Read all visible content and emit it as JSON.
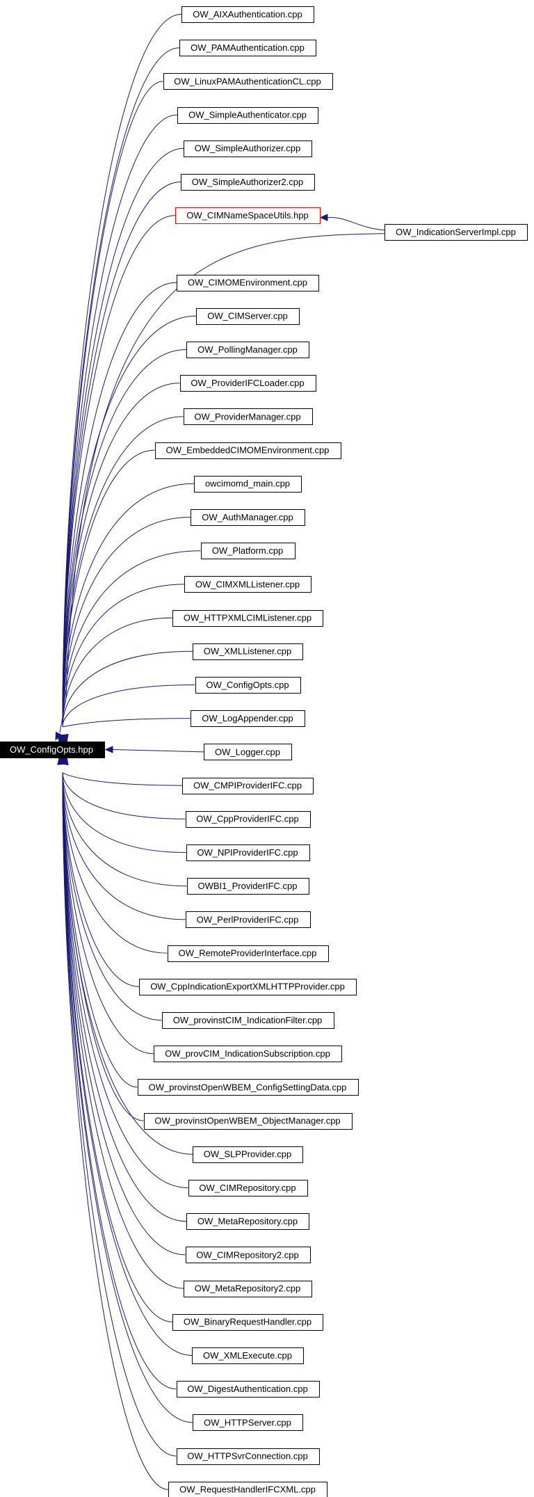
{
  "root": {
    "label": "OW_ConfigOpts.hpp"
  },
  "includers": [
    {
      "label": "OW_AIXAuthentication.cpp"
    },
    {
      "label": "OW_PAMAuthentication.cpp"
    },
    {
      "label": "OW_LinuxPAMAuthenticationCL.cpp"
    },
    {
      "label": "OW_SimpleAuthenticator.cpp"
    },
    {
      "label": "OW_SimpleAuthorizer.cpp"
    },
    {
      "label": "OW_SimpleAuthorizer2.cpp"
    },
    {
      "label": "OW_CIMNameSpaceUtils.hpp",
      "highlight": "red"
    },
    {
      "label": "OW_CIMOMEnvironment.cpp"
    },
    {
      "label": "OW_CIMServer.cpp"
    },
    {
      "label": "OW_PollingManager.cpp"
    },
    {
      "label": "OW_ProviderIFCLoader.cpp"
    },
    {
      "label": "OW_ProviderManager.cpp"
    },
    {
      "label": "OW_EmbeddedCIMOMEnvironment.cpp"
    },
    {
      "label": "owcimomd_main.cpp"
    },
    {
      "label": "OW_AuthManager.cpp"
    },
    {
      "label": "OW_Platform.cpp"
    },
    {
      "label": "OW_CIMXMLListener.cpp"
    },
    {
      "label": "OW_HTTPXMLCIMListener.cpp"
    },
    {
      "label": "OW_XMLListener.cpp"
    },
    {
      "label": "OW_ConfigOpts.cpp"
    },
    {
      "label": "OW_LogAppender.cpp"
    },
    {
      "label": "OW_Logger.cpp"
    },
    {
      "label": "OW_CMPIProviderIFC.cpp"
    },
    {
      "label": "OW_CppProviderIFC.cpp"
    },
    {
      "label": "OW_NPIProviderIFC.cpp"
    },
    {
      "label": "OWBI1_ProviderIFC.cpp"
    },
    {
      "label": "OW_PerlProviderIFC.cpp"
    },
    {
      "label": "OW_RemoteProviderInterface.cpp"
    },
    {
      "label": "OW_CppIndicationExportXMLHTTPProvider.cpp"
    },
    {
      "label": "OW_provinstCIM_IndicationFilter.cpp"
    },
    {
      "label": "OW_provCIM_IndicationSubscription.cpp"
    },
    {
      "label": "OW_provinstOpenWBEM_ConfigSettingData.cpp"
    },
    {
      "label": "OW_provinstOpenWBEM_ObjectManager.cpp"
    },
    {
      "label": "OW_SLPProvider.cpp"
    },
    {
      "label": "OW_CIMRepository.cpp"
    },
    {
      "label": "OW_MetaRepository.cpp"
    },
    {
      "label": "OW_CIMRepository2.cpp"
    },
    {
      "label": "OW_MetaRepository2.cpp"
    },
    {
      "label": "OW_BinaryRequestHandler.cpp"
    },
    {
      "label": "OW_XMLExecute.cpp"
    },
    {
      "label": "OW_DigestAuthentication.cpp"
    },
    {
      "label": "OW_HTTPServer.cpp"
    },
    {
      "label": "OW_HTTPSvrConnection.cpp"
    },
    {
      "label": "OW_RequestHandlerIFCXML.cpp"
    }
  ],
  "indirect": {
    "label": "OW_IndicationServerImpl.cpp",
    "includes": "OW_CIMNameSpaceUtils.hpp"
  },
  "colors": {
    "edge": "#191970",
    "highlight_border": "#ff0000",
    "root_fill": "#000000",
    "root_text": "#ffffff"
  }
}
